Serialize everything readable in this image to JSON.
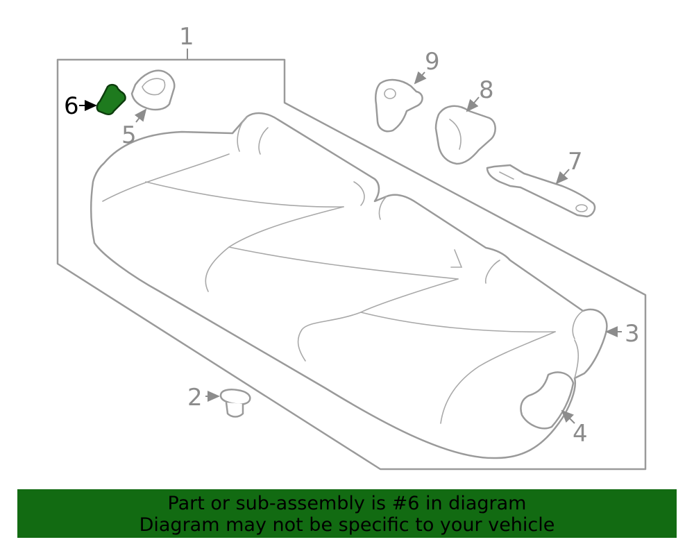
{
  "diagram": {
    "highlighted_part": "6",
    "callouts": [
      {
        "id": "1",
        "label": "1"
      },
      {
        "id": "2",
        "label": "2"
      },
      {
        "id": "3",
        "label": "3"
      },
      {
        "id": "4",
        "label": "4"
      },
      {
        "id": "5",
        "label": "5"
      },
      {
        "id": "6",
        "label": "6"
      },
      {
        "id": "7",
        "label": "7"
      },
      {
        "id": "8",
        "label": "8"
      },
      {
        "id": "9",
        "label": "9"
      }
    ],
    "colors": {
      "highlight_fill": "#1e7a1e",
      "line_gray": "#9a9a9a",
      "banner_bg": "#126b12"
    }
  },
  "banner": {
    "line1": "Part or sub-assembly is #6 in diagram",
    "line2": "Diagram may not be specific to your vehicle"
  }
}
